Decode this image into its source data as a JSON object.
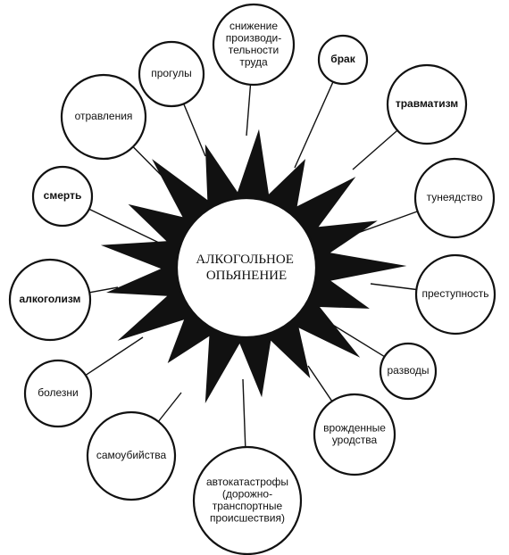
{
  "center": {
    "lines": [
      "АЛКОГОЛЬНОЕ",
      "ОПЬЯНЕНИЕ"
    ]
  },
  "consequences": [
    {
      "id": "snizhenie",
      "lines": [
        "снижение",
        "производи-",
        "тельности",
        "труда"
      ]
    },
    {
      "id": "brak",
      "lines": [
        "брак"
      ]
    },
    {
      "id": "travmatizm",
      "lines": [
        "травматизм"
      ]
    },
    {
      "id": "tuneyadstvo",
      "lines": [
        "тунеядство"
      ]
    },
    {
      "id": "prestupnost",
      "lines": [
        "преступность"
      ]
    },
    {
      "id": "razvody",
      "lines": [
        "разводы"
      ]
    },
    {
      "id": "vrozhdennye",
      "lines": [
        "врожденные",
        "уродства"
      ]
    },
    {
      "id": "avtokatastrofy",
      "lines": [
        "автокатастрофы",
        "(дорожно-",
        "транспортные",
        "происшествия)"
      ]
    },
    {
      "id": "samoubiystva",
      "lines": [
        "самоубийства"
      ]
    },
    {
      "id": "bolezni",
      "lines": [
        "болезни"
      ]
    },
    {
      "id": "alkogolizm",
      "lines": [
        "алкоголизм"
      ]
    },
    {
      "id": "smert",
      "lines": [
        "смерть"
      ]
    },
    {
      "id": "otravleniya",
      "lines": [
        "отравления"
      ]
    },
    {
      "id": "proguly",
      "lines": [
        "прогулы"
      ]
    }
  ],
  "colors": {
    "ink": "#111111",
    "paper": "#ffffff"
  }
}
